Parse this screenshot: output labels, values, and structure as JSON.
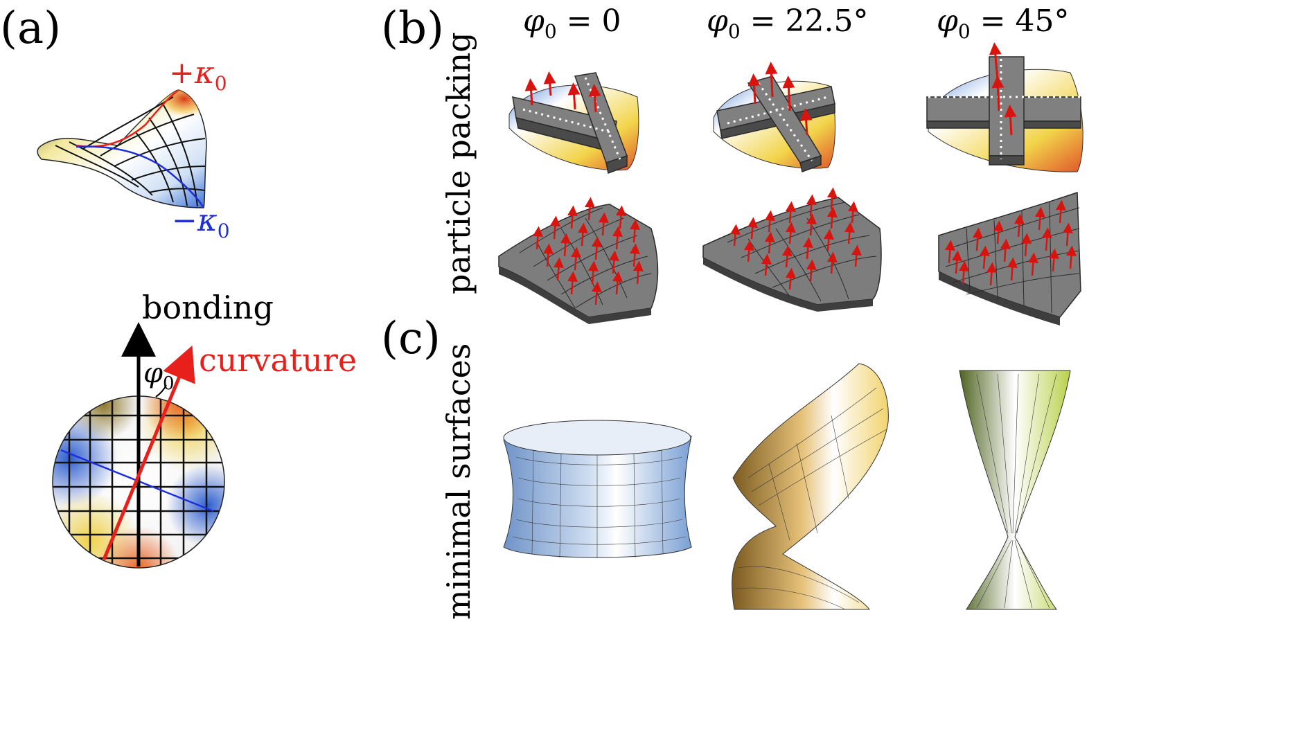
{
  "panels": {
    "a": {
      "tag": "(a)",
      "saddle": {
        "plus_label_sign": "+",
        "plus_label_symbol": "κ",
        "plus_label_sub": "0",
        "minus_label_sign": "−",
        "minus_label_symbol": "κ",
        "minus_label_sub": "0",
        "colors": {
          "plus": "#e8201c",
          "minus": "#1f2fd6"
        }
      },
      "disk": {
        "bonding_label": "bonding",
        "curvature_label": "curvature",
        "angle_symbol": "φ",
        "angle_sub": "0",
        "colors": {
          "bonding": "#000000",
          "curvature": "#e8201c",
          "minus_line": "#1f2fd6"
        }
      }
    },
    "b": {
      "tag": "(b)",
      "row_label": "particle packing",
      "columns": [
        {
          "symbol": "φ",
          "sub": "0",
          "value": " = 0"
        },
        {
          "symbol": "φ",
          "sub": "0",
          "value": " = 22.5°"
        },
        {
          "symbol": "φ",
          "sub": "0",
          "value": " = 45°"
        }
      ],
      "colors": {
        "particle": "#7d7d7d",
        "director": "#d8140f"
      }
    },
    "c": {
      "tag": "(c)",
      "row_label": "minimal surfaces",
      "surfaces": [
        "catenoid-icon",
        "helicoid-twist-icon",
        "helicoid-icon"
      ],
      "colors": {
        "catenoid": "#a9c4e6",
        "twisted": "#c9a25a",
        "helicoid": "#8fa83a"
      }
    }
  }
}
